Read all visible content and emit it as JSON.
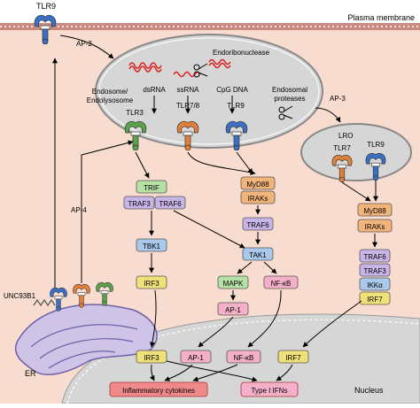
{
  "membrane": {
    "label": "Plasma membrane",
    "tlr_label": "TLR9"
  },
  "colors": {
    "cell_bg": "#f7dccf",
    "membrane": "#c98a7f",
    "organelle_fill": "#d6d6d6",
    "trif": "#b6e0a4",
    "traf": "#c8b4e6",
    "tbk1": "#a9c8ea",
    "irf": "#f0e07a",
    "myd88": "#f2b47a",
    "tak1": "#a9c8ea",
    "mapk": "#b6e0a4",
    "nfkb": "#f4b0c8",
    "ikk": "#a9c8ea",
    "cytokine_box": "#f08a8a",
    "ifn_box": "#f4b0c8"
  },
  "trafficking": {
    "ap2": "AP-2",
    "ap3": "AP-3",
    "ap4": "AP-4"
  },
  "endosome": {
    "label_line1": "Endosome/",
    "label_line2": "Endolysosome",
    "dsrna": "dsRNA",
    "ssrna": "ssRNA",
    "cpg": "CpG DNA",
    "endoribonuclease": "Endoribonuclease",
    "proteases_line1": "Endosomal",
    "proteases_line2": "proteases",
    "tlr3": "TLR3",
    "tlr78": "TLR7/8",
    "tlr9": "TLR9"
  },
  "lro": {
    "label": "LRO",
    "tlr7": "TLR7",
    "tlr9": "TLR9"
  },
  "signaling": {
    "trif": "TRIF",
    "traf3": "TRAF3",
    "traf6": "TRAF6",
    "tbk1": "TBK1",
    "irf3": "IRF3",
    "myd88": "MyD88",
    "iraks": "IRAKs",
    "tak1": "TAK1",
    "mapk": "MAPK",
    "nfkb": "NF-κB",
    "ap1": "AP-1",
    "ikka": "IKKα",
    "irf7": "IRF7"
  },
  "er": {
    "unc93b1": "UNC93B1",
    "label": "ER"
  },
  "nucleus": {
    "label": "Nucleus",
    "irf3": "IRF3",
    "ap1": "AP-1",
    "nfkb": "NF-κB",
    "irf7": "IRF7",
    "cytokines": "Inflammatory cytokines",
    "ifns": "Type I IFNs"
  }
}
